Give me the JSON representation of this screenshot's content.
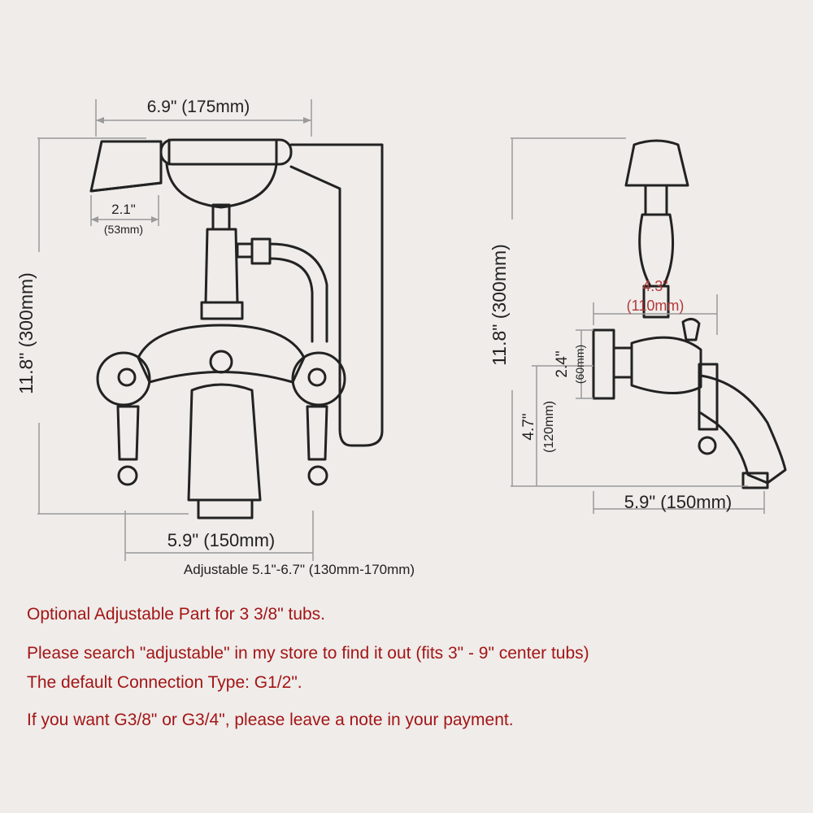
{
  "front_view": {
    "top_width": "6.9\" (175mm)",
    "handset_width": "2.1\"",
    "handset_width_mm": "(53mm)",
    "height": "11.8\" (300mm)",
    "center_distance": "5.9\" (150mm)",
    "adjustable_range": "Adjustable 5.1\"-6.7\" (130mm-170mm)"
  },
  "side_view": {
    "height": "11.8\" (300mm)",
    "body_width": "4.3\"",
    "body_width_mm": "(110mm)",
    "mount_height": "2.4\"",
    "mount_height_mm": "(60mm)",
    "spout_height": "4.7\"",
    "spout_height_mm": "(120mm)",
    "spout_reach": "5.9\" (150mm)"
  },
  "notes": [
    "Optional Adjustable Part for 3 3/8\" tubs.",
    "Please search \"adjustable\" in my store to find it out (fits 3\" - 9\" center tubs)",
    "The default Connection Type: G1/2\".",
    "If you want G3/8\" or G3/4\", please leave  a note in your payment."
  ],
  "colors": {
    "background": "#efecea",
    "line": "#222222",
    "dimension_line": "#9a9a9a",
    "note_text": "#a31515",
    "side_width_label": "#b23a3a"
  }
}
